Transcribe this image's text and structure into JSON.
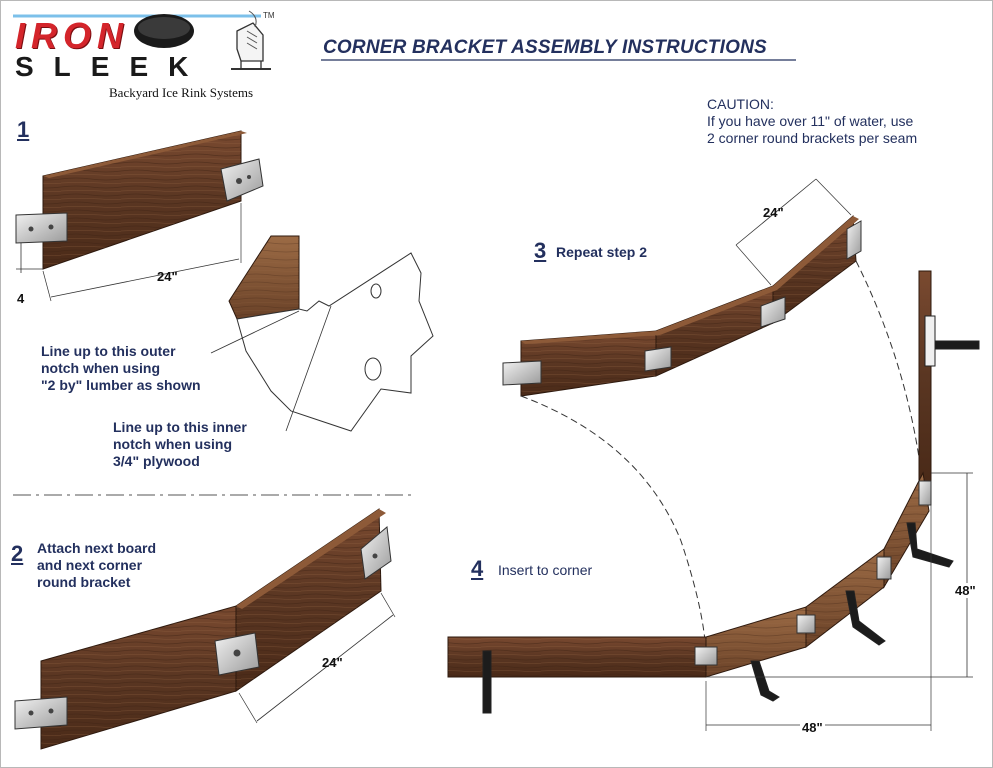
{
  "logo": {
    "line1": "IRON",
    "line2": "SLEEK",
    "tm": "TM",
    "tagline": "Backyard Ice Rink Systems"
  },
  "title": "CORNER BRACKET ASSEMBLY INSTRUCTIONS",
  "caution": {
    "heading": "CAUTION:",
    "line1": "If you have over 11\" of water, use",
    "line2": "2 corner round brackets per seam"
  },
  "step1": {
    "number": "1",
    "dim_length": "24\"",
    "dim_height": "4",
    "outer_note_line1": "Line up to this outer",
    "outer_note_line2": "notch when using",
    "outer_note_line3": "\"2 by\" lumber as shown",
    "inner_note_line1": "Line up to this inner",
    "inner_note_line2": "notch when using",
    "inner_note_line3": "3/4\" plywood"
  },
  "step2": {
    "number": "2",
    "line1": "Attach next board",
    "line2": "and next corner",
    "line3": "round bracket",
    "dim_length": "24\""
  },
  "step3": {
    "number": "3",
    "text": "Repeat step 2",
    "dim_length": "24\""
  },
  "step4": {
    "number": "4",
    "text": "Insert to corner",
    "dim_vertical": "48\"",
    "dim_horizontal": "48\""
  },
  "colors": {
    "navy": "#23305e",
    "wood": "#5a3622",
    "wood_light": "#8a5a3a",
    "logo_red": "#d4252b",
    "logo_blue": "#2f8fd0"
  }
}
